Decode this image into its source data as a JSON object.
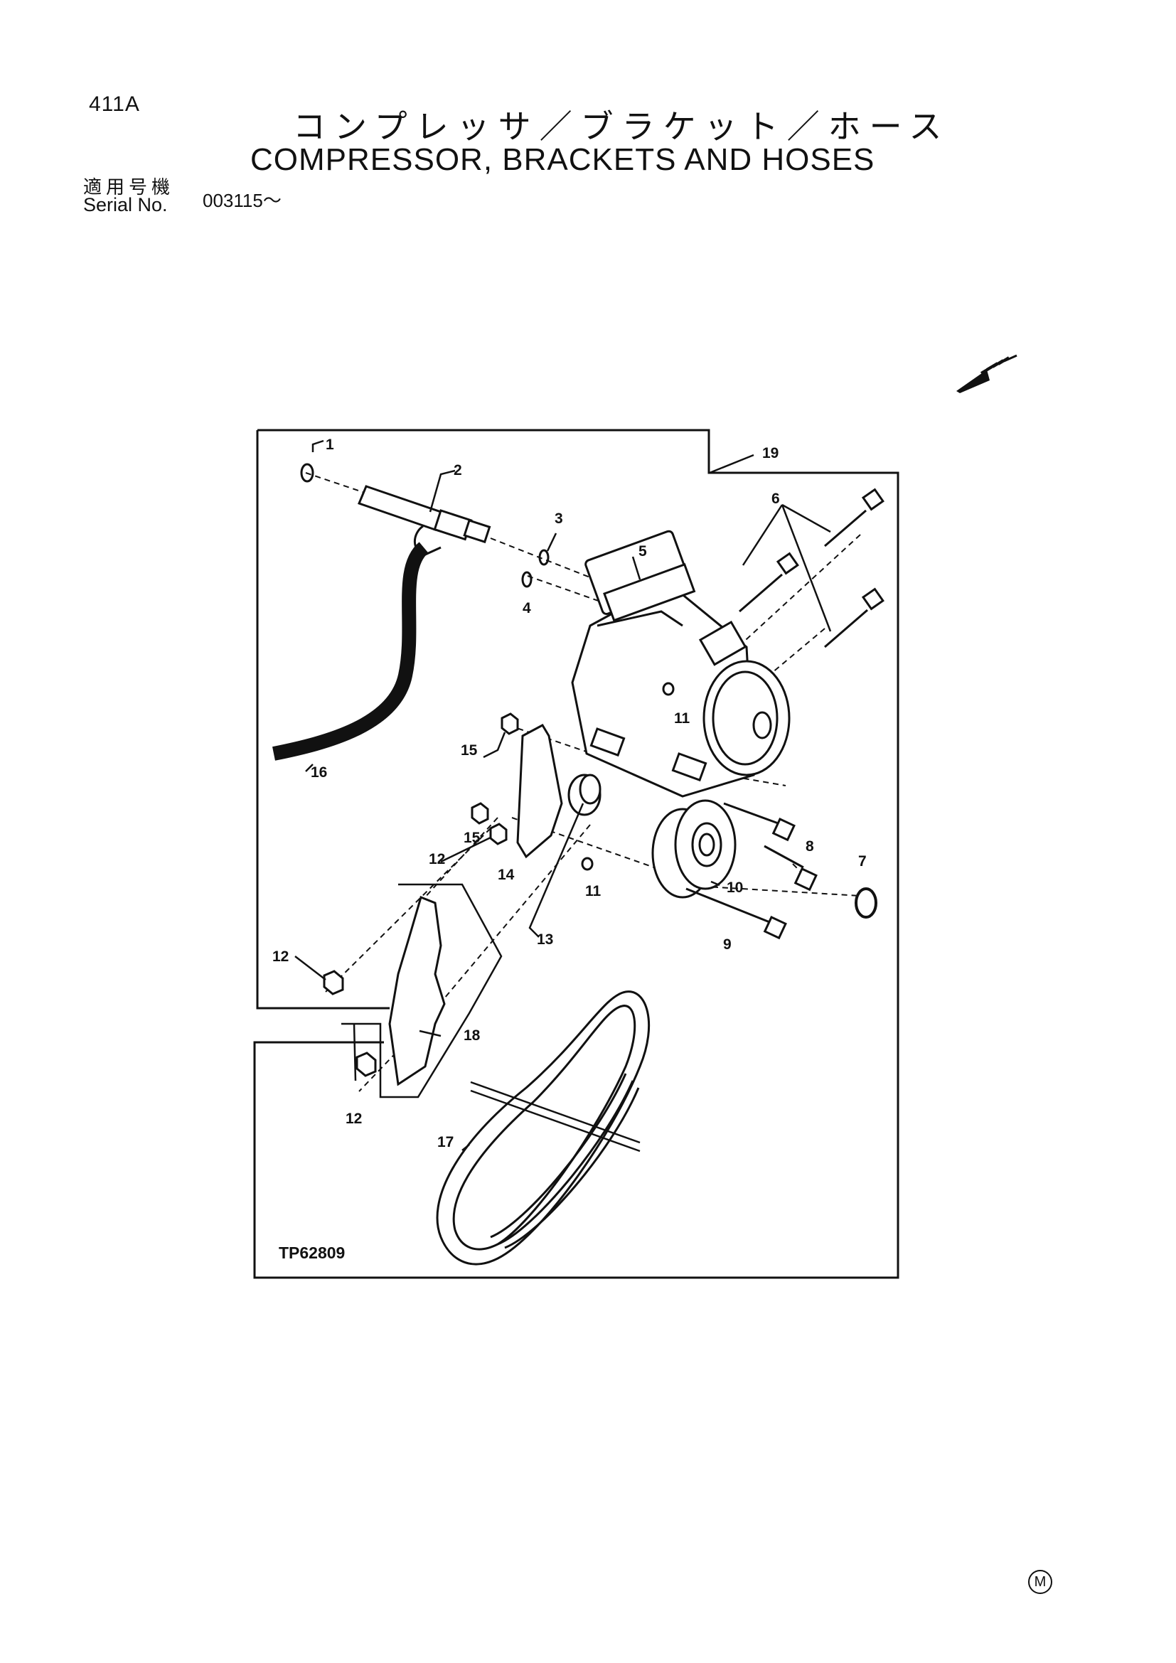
{
  "header": {
    "page_code": "411A",
    "title_jp": "コンプレッサ／ブラケット／ホース",
    "title_en": "COMPRESSOR, BRACKETS AND HOSES",
    "serial_label_jp": "適用号機",
    "serial_label_en": "Serial No.",
    "serial_value": "003115～"
  },
  "diagram": {
    "code": "TP62809",
    "callouts": {
      "c1": "1",
      "c2": "2",
      "c3": "3",
      "c4": "4",
      "c5": "5",
      "c6": "6",
      "c7": "7",
      "c8": "8",
      "c9": "9",
      "c10": "10",
      "c11a": "11",
      "c11b": "11",
      "c12a": "12",
      "c12b": "12",
      "c12c": "12",
      "c13": "13",
      "c14": "14",
      "c15a": "15",
      "c15b": "15",
      "c16": "16",
      "c17": "17",
      "c18": "18",
      "c19": "19"
    },
    "footer_mark": "M"
  }
}
